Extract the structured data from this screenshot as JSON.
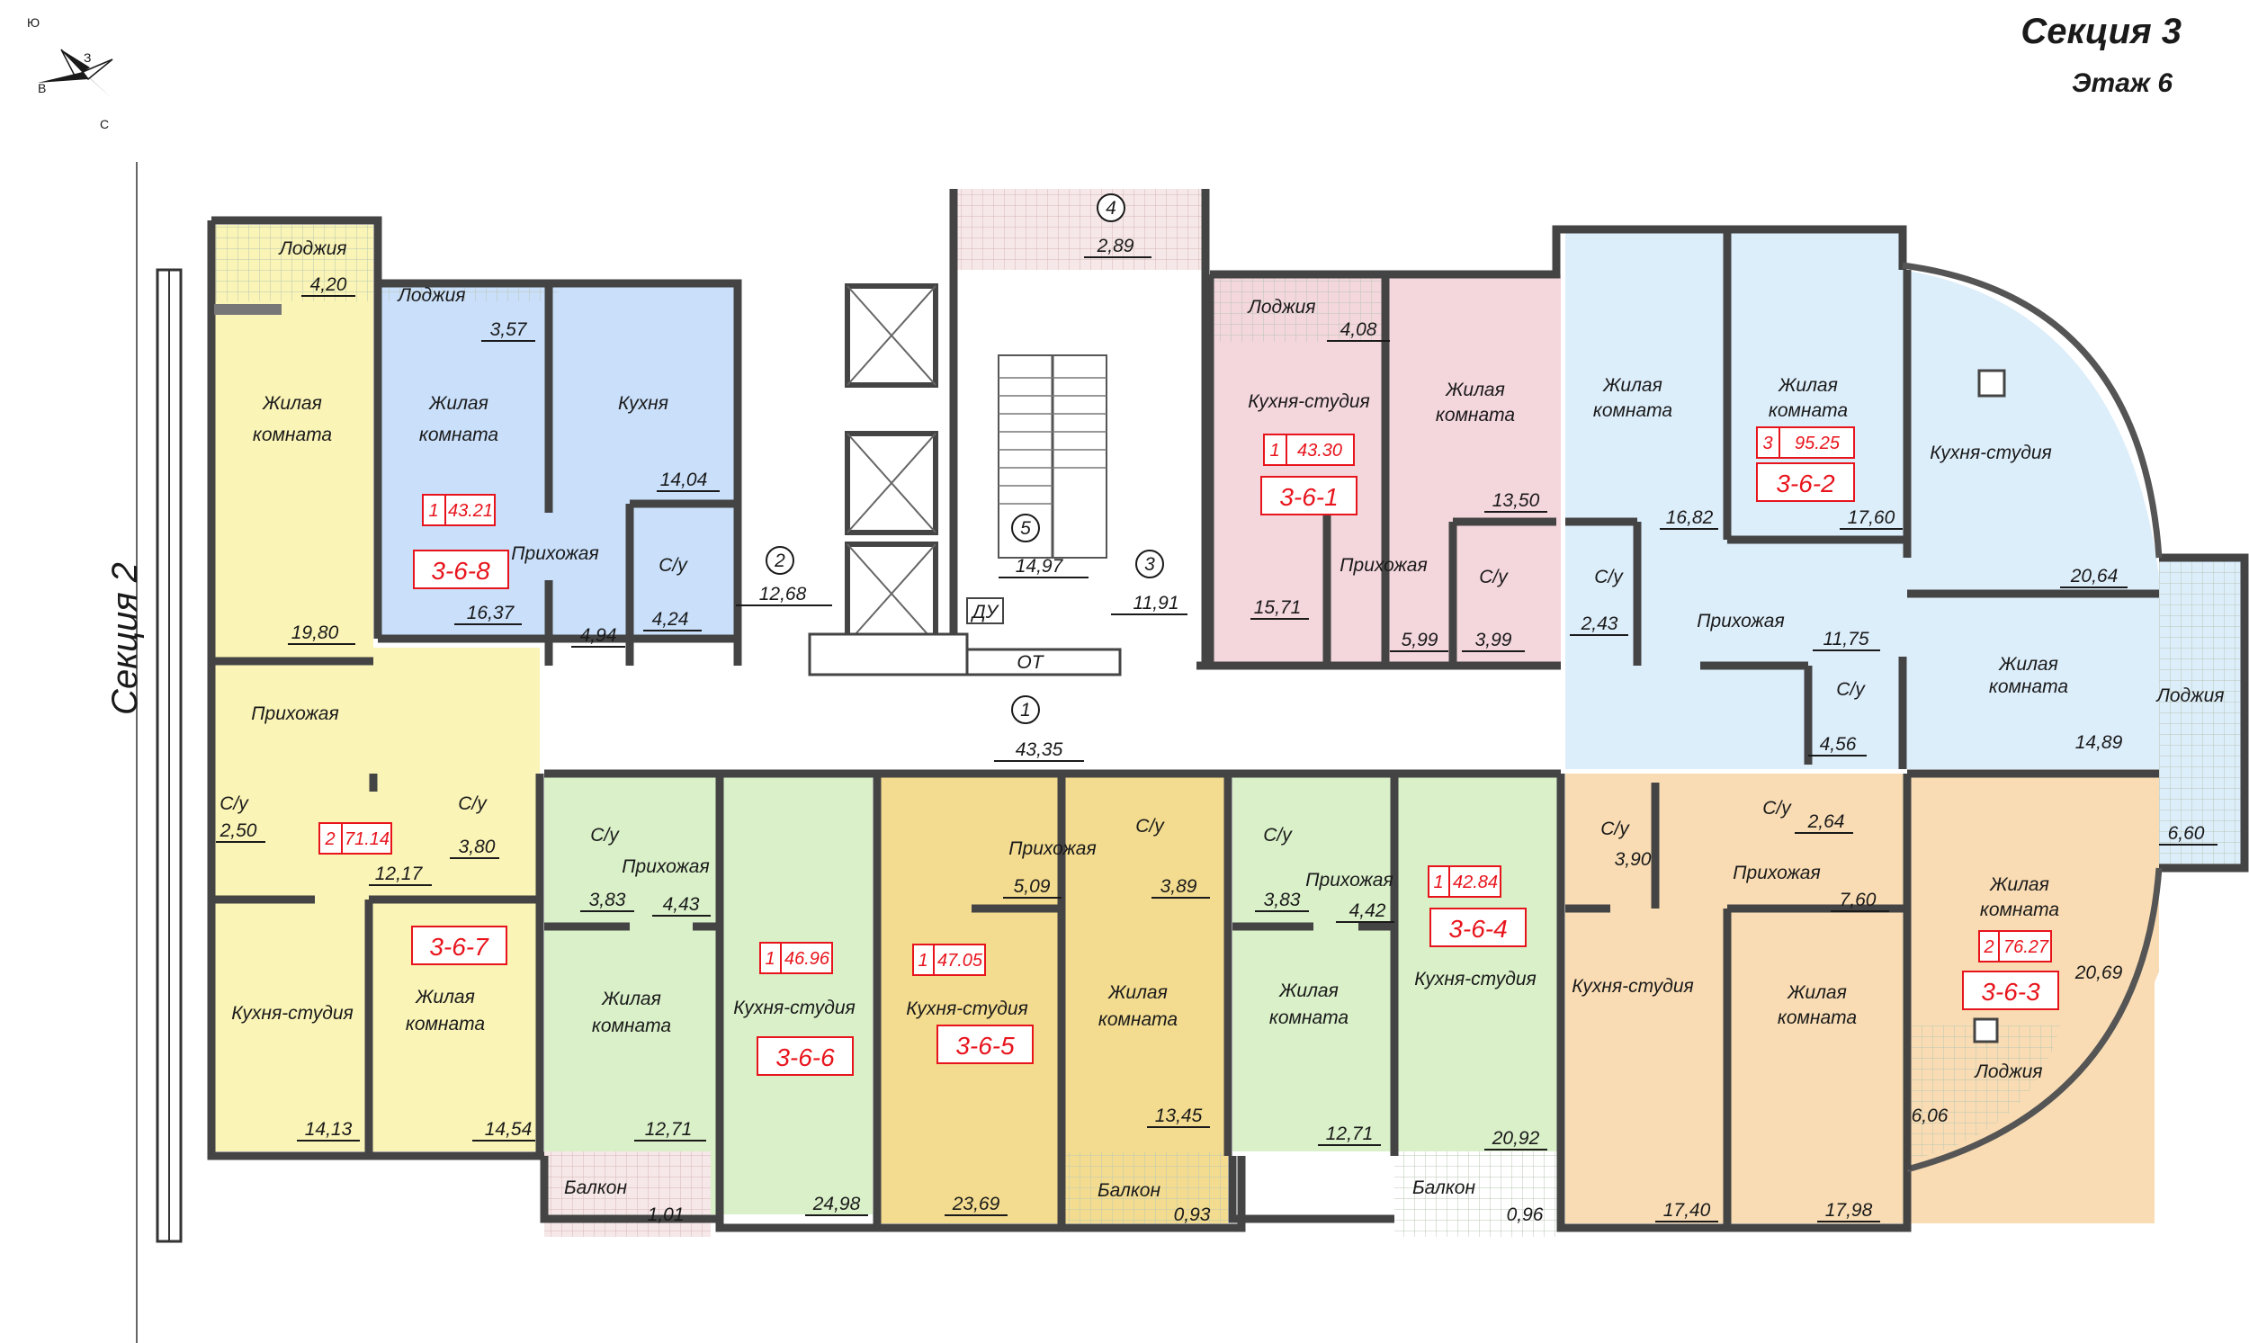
{
  "header": {
    "title": "Секция 3",
    "subtitle": "Этаж 6"
  },
  "compass": {
    "n": "З",
    "s": "С",
    "w": "В",
    "e": "Ю"
  },
  "neighbor_section": "Секция 2",
  "colors": {
    "apt_368": "#c9dffa",
    "apt_367": "#faf4b6",
    "apt_366": "#d9f0c8",
    "apt_365": "#f3dc8f",
    "apt_364": "#d9f0c8",
    "apt_363": "#f9dcb3",
    "apt_362": "#ddeefb",
    "apt_361": "#f4d6dd",
    "balcony": "#f3e3e3",
    "code_red": "#e8141c"
  },
  "apartments": [
    {
      "code": "3-6-8",
      "rooms": "1",
      "area": "43.21"
    },
    {
      "code": "3-6-7",
      "rooms": "2",
      "area": "71.14"
    },
    {
      "code": "3-6-6",
      "rooms": "1",
      "area": "46.96"
    },
    {
      "code": "3-6-5",
      "rooms": "1",
      "area": "47.05"
    },
    {
      "code": "3-6-4",
      "rooms": "1",
      "area": "42.84"
    },
    {
      "code": "3-6-3",
      "rooms": "2",
      "area": "76.27"
    },
    {
      "code": "3-6-2",
      "rooms": "3",
      "area": "95.25"
    },
    {
      "code": "3-6-1",
      "rooms": "1",
      "area": "43.30"
    }
  ],
  "labels": {
    "loggia": "Лоджия",
    "living": "Жилая",
    "room": "комната",
    "kitchen": "Кухня",
    "studio": "Кухня-студия",
    "hall": "Прихожая",
    "wc": "С/у",
    "balcony": "Балкон",
    "du": "ДУ",
    "ot": "ОТ"
  },
  "common": [
    {
      "num": "1",
      "area": "43,35"
    },
    {
      "num": "2",
      "area": "12,68"
    },
    {
      "num": "3",
      "area": "11,91"
    },
    {
      "num": "4",
      "area": "2,89"
    },
    {
      "num": "5",
      "area": "14,97"
    }
  ],
  "areas": {
    "a8_loggia": "3,57",
    "a8_living": "16,37",
    "a8_kitchen": "14,04",
    "a8_hall": "4,94",
    "a8_wc": "4,24",
    "a7_loggia": "4,20",
    "a7_living1": "19,80",
    "a7_wc": "2,50",
    "a7_wc2": "3,80",
    "a7_hall": "12,17",
    "a7_studio": "14,13",
    "a7_living2": "14,54",
    "a6_wc": "3,83",
    "a6_hall": "4,43",
    "a6_living": "12,71",
    "a6_studio": "24,98",
    "a6_balcony": "1,01",
    "a5_hall": "5,09",
    "a5_wc": "3,89",
    "a5_studio": "23,69",
    "a5_living": "13,45",
    "a5_balcony": "0,93",
    "a4_wc": "3,83",
    "a4_hall": "4,42",
    "a4_living": "12,71",
    "a4_studio": "20,92",
    "a4_balcony": "0,96",
    "a3_wc1": "3,90",
    "a3_wc2": "2,64",
    "a3_hall": "7,60",
    "a3_studio": "17,40",
    "a3_living1": "17,98",
    "a3_living2": "20,69",
    "a3_loggia": "6,06",
    "a2_living1": "16,82",
    "a2_living2": "17,60",
    "a2_studio": "20,64",
    "a2_wc": "2,43",
    "a2_hall": "11,75",
    "a2_wc2": "4,56",
    "a2_living3": "14,89",
    "a2_loggia": "6,60",
    "a1_loggia": "4,08",
    "a1_living": "13,50",
    "a1_studio": "15,71",
    "a1_hall": "5,99",
    "a1_wc": "3,99"
  }
}
